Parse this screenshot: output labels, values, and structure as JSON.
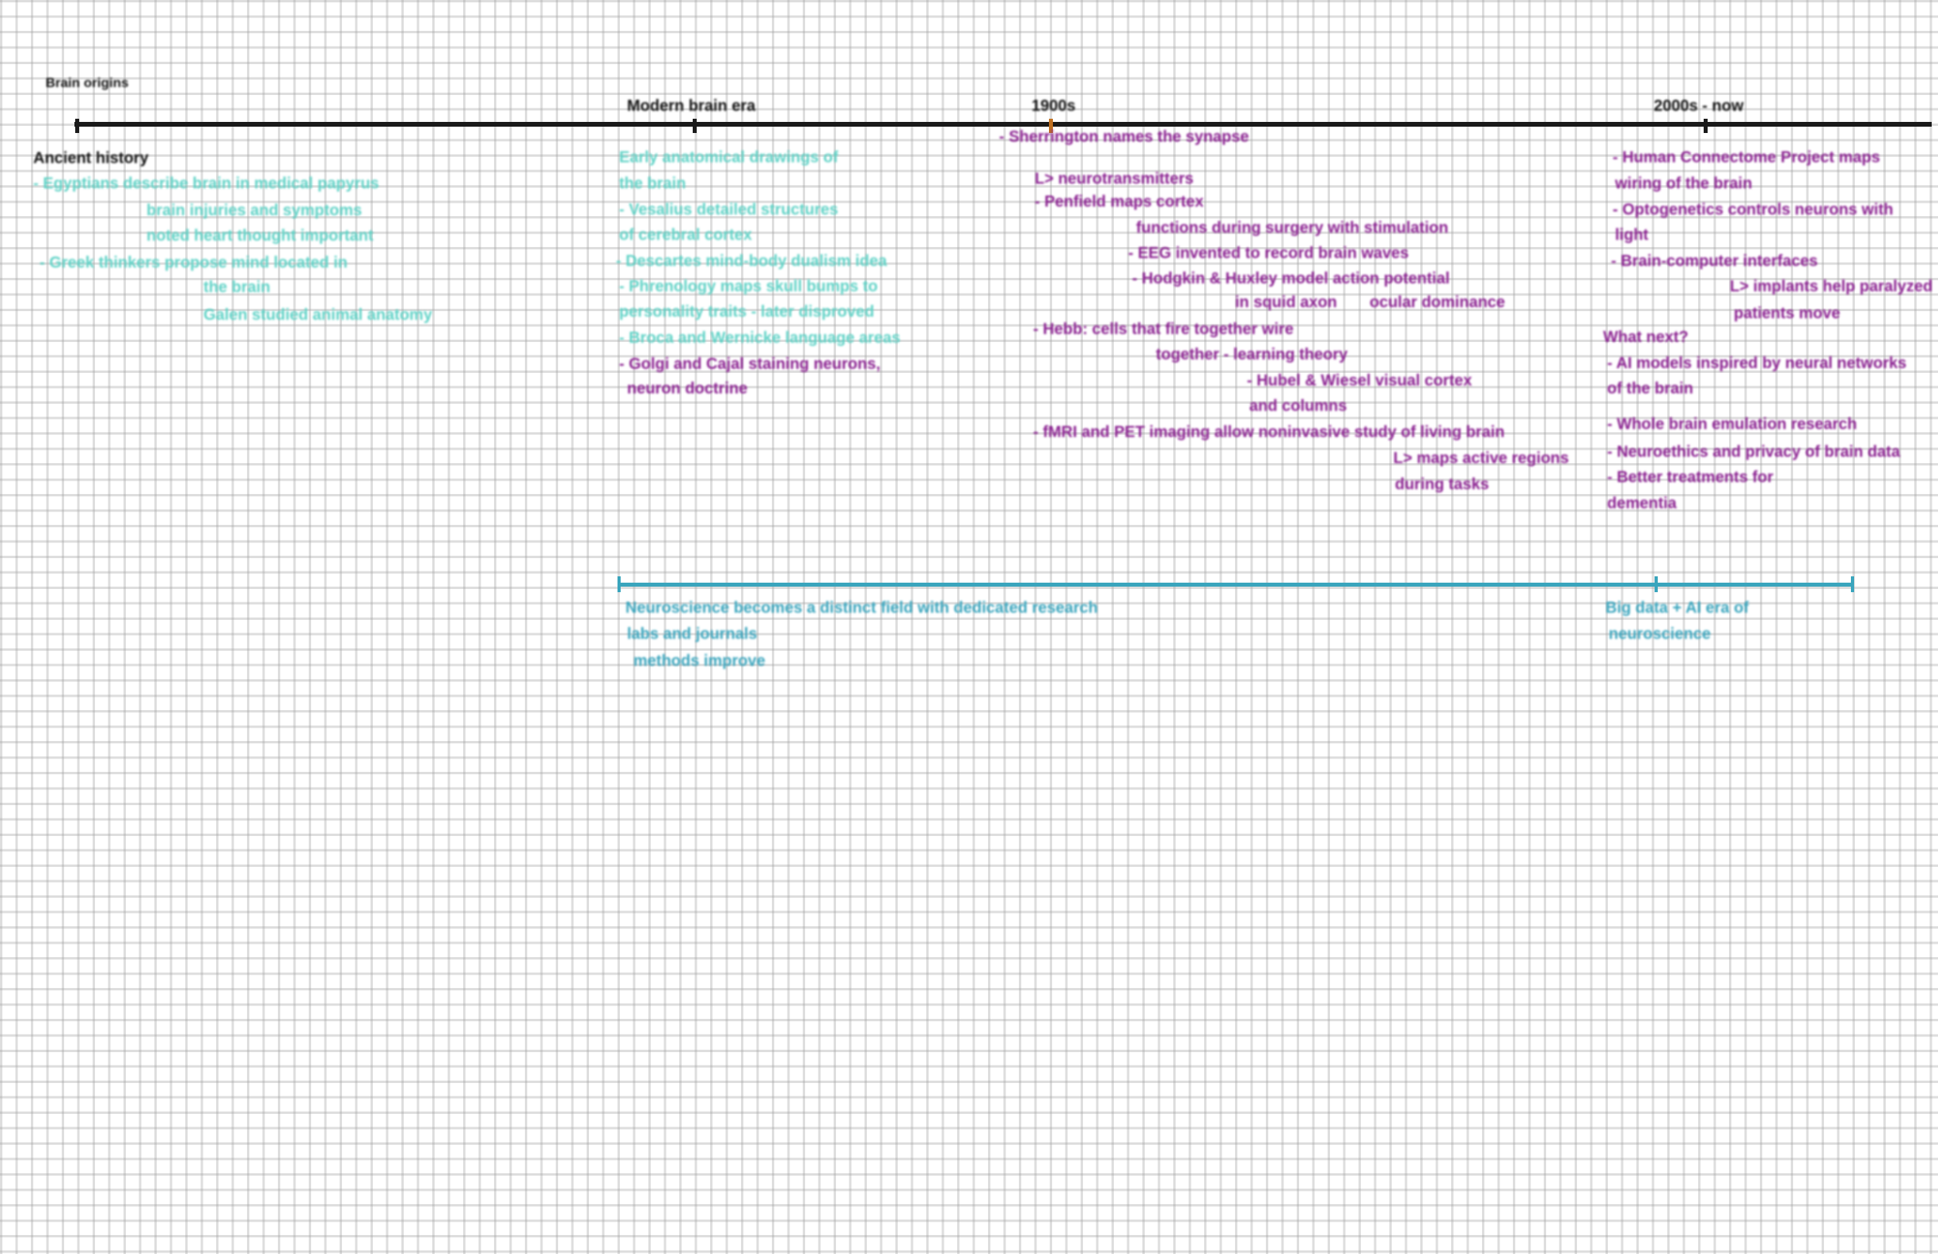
{
  "timeline": {
    "labels": [
      "Brain origins",
      "Modern brain era",
      "1900s",
      "2000s - now"
    ],
    "colors": {
      "axis": "#1a1a1a",
      "cyan": "#5fd2c6",
      "purple": "#8a2090",
      "teal": "#3aa5bd"
    }
  },
  "left": {
    "heading": "Ancient history",
    "lines": [
      "- Egyptians describe brain in medical papyrus",
      "brain injuries and symptoms",
      "noted heart thought important",
      "- Greek thinkers propose mind located in",
      "the brain",
      "Galen studied animal anatomy"
    ]
  },
  "middle_cyan": {
    "lines": [
      "Early anatomical drawings of",
      "the brain",
      "- Vesalius detailed structures",
      "of cerebral cortex",
      "- Descartes mind-body dualism idea",
      "- Phrenology maps skull bumps to",
      "personality traits - later disproved",
      "- Broca and Wernicke language areas"
    ],
    "purple_lines": [
      "- Golgi and Cajal staining neurons,",
      "neuron doctrine"
    ]
  },
  "middle_purple": {
    "lines": [
      "- Sherrington names the synapse",
      "L> neurotransmitters",
      "- Penfield maps cortex",
      "functions during surgery with stimulation",
      "- EEG invented to record brain waves",
      "- Hodgkin & Huxley model action potential",
      "in squid axon",
      "- Hebb: cells that fire together wire",
      "together - learning theory",
      "- Hubel & Wiesel visual cortex",
      "and columns",
      "ocular dominance",
      "- fMRI and PET imaging allow noninvasive study of living brain",
      "L> maps active regions",
      "during tasks"
    ]
  },
  "right_purple": {
    "lines": [
      "- Human Connectome Project maps",
      "wiring of the brain",
      "- Optogenetics controls neurons with",
      "light",
      "- Brain-computer interfaces",
      "L> implants help paralyzed",
      "patients move",
      "What next?",
      "- AI models inspired by neural networks",
      "of the brain",
      "- Whole brain emulation research",
      "- Neuroethics and privacy of brain data",
      "- Better treatments for",
      "dementia"
    ]
  },
  "teal_span": {
    "lines": [
      "Neuroscience becomes a distinct field with dedicated research",
      "labs and journals",
      "methods improve"
    ],
    "right_lines": [
      "Big data + AI era of",
      "neuroscience"
    ]
  }
}
